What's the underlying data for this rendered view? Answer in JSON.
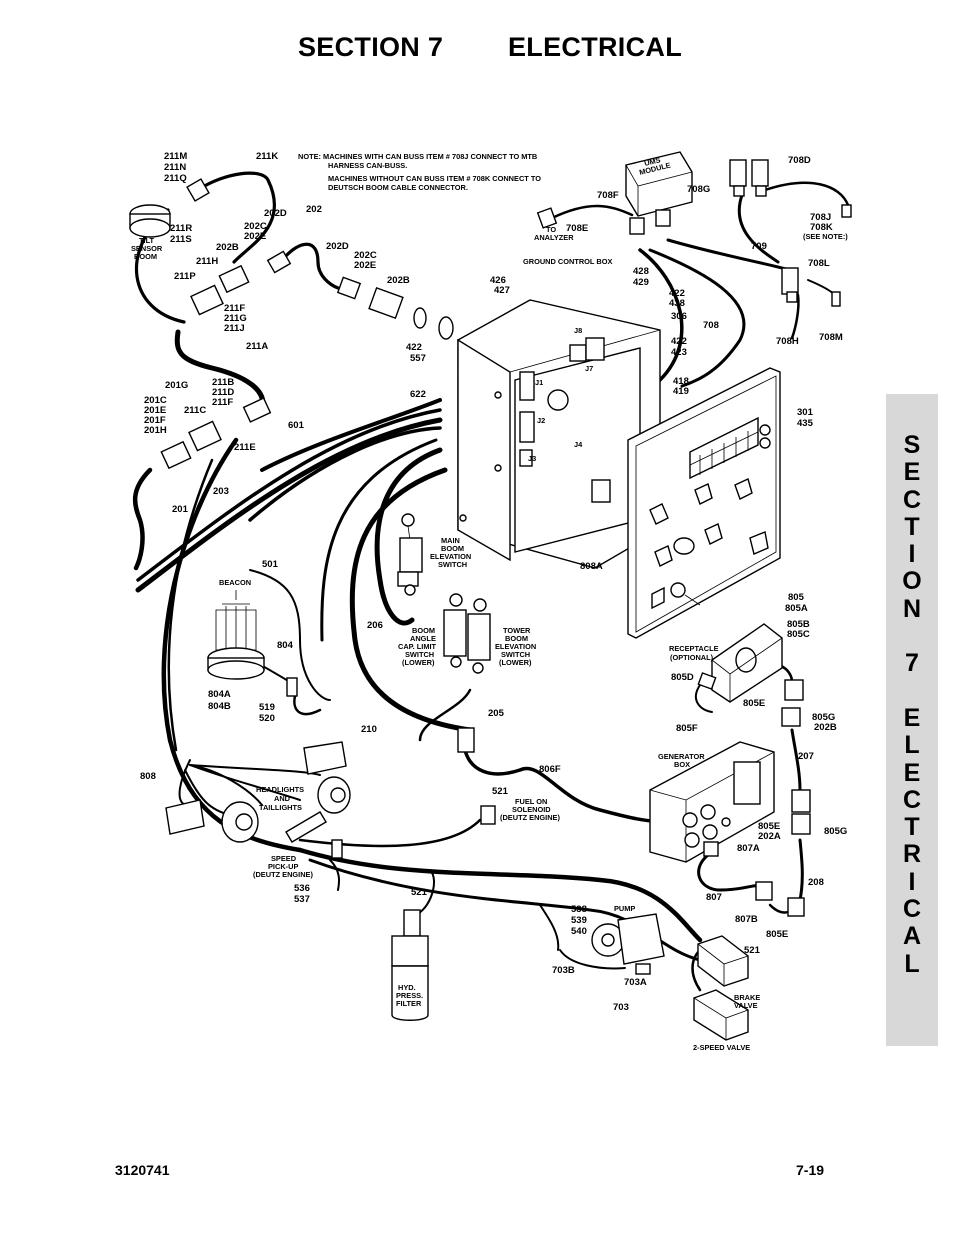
{
  "header": {
    "section": "SECTION 7",
    "title": "ELECTRICAL"
  },
  "side_tab": {
    "text": "S\nE\nC\nT\nI\nO\nN\n\n7\n\nE\nL\nE\nC\nT\nR\nI\nC\nA\nL"
  },
  "footer": {
    "doc_number": "3120741",
    "page_number": "7-19"
  },
  "note": {
    "l1": "NOTE:  MACHINES WITH CAN BUSS ITEM # 708J CONNECT TO MTB",
    "l2": "HARNESS CAN-BUSS.",
    "l3": "MACHINES WITHOUT CAN BUSS ITEM # 708K CONNECT TO",
    "l4": "DEUTSCH BOOM CABLE CONNECTOR."
  },
  "labels": {
    "c211m": "211M",
    "c211n": "211N",
    "c211q": "211Q",
    "c211k": "211K",
    "c211r": "211R",
    "c211s": "211S",
    "tilt1": "TILT",
    "tilt2": "SENSOR",
    "tilt3": "BOOM",
    "c202d": "202D",
    "c202": "202",
    "c202c": "202C",
    "c202e": "202E",
    "c202b": "202B",
    "c211h": "211H",
    "c202d2": "202D",
    "c202c2": "202C",
    "c202e2": "202E",
    "c202b2": "202B",
    "c211p": "211P",
    "c211f": "211F",
    "c211g": "211G",
    "c211j": "211J",
    "c211a": "211A",
    "c211b": "211B",
    "c211d": "211D",
    "c211f2": "211F",
    "c211e": "211E",
    "c211c": "211C",
    "c201g": "201G",
    "c201c": "201C",
    "c201e": "201E",
    "c201f": "201F",
    "c201h": "201H",
    "c203": "203",
    "c201": "201",
    "c601": "601",
    "c501": "501",
    "c622": "622",
    "c422a": "422",
    "c557": "557",
    "c426": "426",
    "c427": "427",
    "gcb": "GROUND CONTROL BOX",
    "c428": "428",
    "c429": "429",
    "c422b": "422",
    "c438": "438",
    "c306": "306",
    "c422c": "422",
    "c423": "423",
    "c418": "418",
    "c419": "419",
    "c301": "301",
    "c435": "435",
    "c708": "708",
    "ums1": "UMS",
    "ums2": "MODULE",
    "c708d": "708D",
    "c708f": "708F",
    "c708g": "708G",
    "c708e": "708E",
    "to1": "TO",
    "to2": "ANALYZER",
    "c708j": "708J",
    "c708k": "708K",
    "seenote": "(SEE NOTE:)",
    "c709": "709",
    "c708l": "708L",
    "c708h": "708H",
    "c708m": "708M",
    "j8": "J8",
    "j7": "J7",
    "j1": "J1",
    "j2": "J2",
    "j3": "J3",
    "j4": "J4",
    "mbe1": "MAIN",
    "mbe2": "BOOM",
    "mbe3": "ELEVATION",
    "mbe4": "SWITCH",
    "c808a": "808A",
    "beacon": "BEACON",
    "c804": "804",
    "c804a": "804A",
    "c804b": "804B",
    "c519": "519",
    "c520": "520",
    "c206": "206",
    "bac1": "BOOM",
    "bac2": "ANGLE",
    "bac3": "CAP. LIMIT",
    "bac4": "SWITCH",
    "bac5": "(LOWER)",
    "tbe1": "TOWER",
    "tbe2": "BOOM",
    "tbe3": "ELEVATION",
    "tbe4": "SWITCH",
    "tbe5": "(LOWER)",
    "c210": "210",
    "c205": "205",
    "c805": "805",
    "c805a": "805A",
    "c805b": "805B",
    "c805c": "805C",
    "rec1": "RECEPTACLE",
    "rec2": "(OPTIONAL)",
    "c805d": "805D",
    "c805e": "805E",
    "c805f": "805F",
    "c805g": "805G",
    "c202b3": "202B",
    "c808": "808",
    "hl1": "HEADLIGHTS",
    "hl2": "AND",
    "hl3": "TAILLIGHTS",
    "c521a": "521",
    "fo1": "FUEL ON",
    "fo2": "SOLENOID",
    "fo3": "(DEUTZ ENGINE)",
    "c806f": "806F",
    "gb1": "GENERATOR",
    "gb2": "BOX",
    "c207": "207",
    "c805e2": "805E",
    "c202a": "202A",
    "c805g2": "805G",
    "c807a": "807A",
    "c807": "807",
    "c807b": "807B",
    "c208": "208",
    "c805e3": "805E",
    "sp1": "SPEED",
    "sp2": "PICK-UP",
    "sp3": "(DEUTZ ENGINE)",
    "c536": "536",
    "c537": "537",
    "c521b": "521",
    "c538": "538",
    "c539": "539",
    "c540": "540",
    "pump": "PUMP",
    "c521c": "521",
    "hyd1": "HYD.",
    "hyd2": "PRESS.",
    "hyd3": "FILTER",
    "c703b": "703B",
    "c703a": "703A",
    "c703": "703",
    "bv1": "BRAKE",
    "bv2": "VALVE",
    "sv": "2-SPEED VALVE"
  }
}
